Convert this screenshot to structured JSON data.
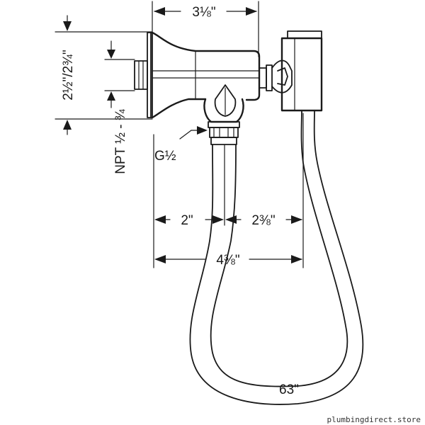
{
  "dimensions": {
    "top_width": "3⅛\"",
    "height": "2½\"/2¾\"",
    "npt": "NPT ½ - ¾",
    "thread": "G½",
    "left_span": "2\"",
    "right_span": "2⅜\"",
    "total_span": "4⅜\"",
    "hose_length": "63\""
  },
  "watermark": "plumbingdirect.store"
}
